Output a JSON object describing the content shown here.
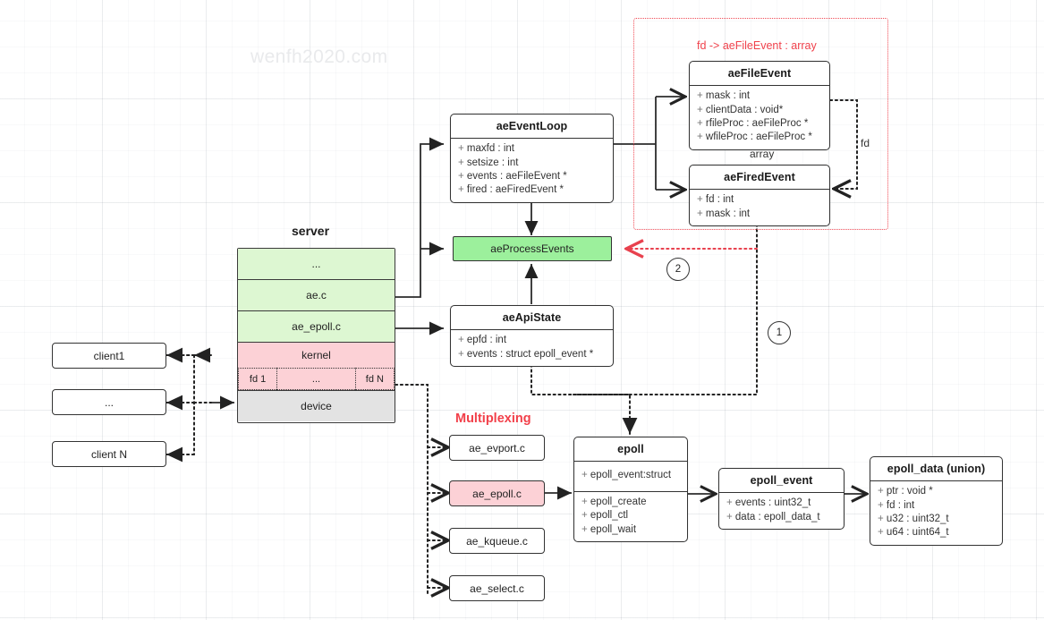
{
  "meta": {
    "watermark": "wenfh2020.com",
    "accent_red": "#f0424c",
    "highlight_green": "#9cf09c",
    "soft_green": "#ddf7d2",
    "soft_pink": "#fcd1d6",
    "device_grey": "#e3e3e3"
  },
  "labels": {
    "server": "server",
    "multiplexing": "Multiplexing",
    "fd_array_note": "fd -> aeFileEvent : array",
    "array": "array",
    "fd": "fd",
    "marker_one": "1",
    "marker_two": "2"
  },
  "server_stack": {
    "rows": [
      {
        "label": "...",
        "color": "soft_green"
      },
      {
        "label": "ae.c",
        "color": "soft_green"
      },
      {
        "label": "ae_epoll.c",
        "color": "soft_green"
      },
      {
        "label": "kernel",
        "color": "soft_pink"
      }
    ],
    "fd_cells": [
      "fd 1",
      "...",
      "fd N"
    ],
    "device": "device"
  },
  "clients": [
    {
      "label": "client1"
    },
    {
      "label": "..."
    },
    {
      "label": "client N"
    }
  ],
  "ae_event_loop": {
    "title": "aeEventLoop",
    "attrs": [
      "+ maxfd : int",
      "+ setsize : int",
      "+ events : aeFileEvent *",
      "+ fired : aeFiredEvent *"
    ]
  },
  "ae_process_events": {
    "label": "aeProcessEvents"
  },
  "ae_api_state": {
    "title": "aeApiState",
    "attrs": [
      "+ epfd : int",
      "+ events : struct epoll_event *"
    ]
  },
  "ae_file_event": {
    "title": "aeFileEvent",
    "attrs": [
      "+ mask : int",
      "+ clientData : void*",
      "+ rfileProc : aeFileProc *",
      "+ wfileProc : aeFileProc *"
    ]
  },
  "ae_fired_event": {
    "title": "aeFiredEvent",
    "attrs": [
      "+ fd : int",
      "+ mask : int"
    ]
  },
  "multiplexing_files": [
    {
      "label": "ae_evport.c",
      "highlighted": false
    },
    {
      "label": "ae_epoll.c",
      "highlighted": true
    },
    {
      "label": "ae_kqueue.c",
      "highlighted": false
    },
    {
      "label": "ae_select.c",
      "highlighted": false
    }
  ],
  "epoll": {
    "title": "epoll",
    "struct_attrs": [
      "+ epoll_event:struct"
    ],
    "func_attrs": [
      "+ epoll_create",
      "+ epoll_ctl",
      "+ epoll_wait"
    ]
  },
  "epoll_event": {
    "title": "epoll_event",
    "attrs": [
      "+ events : uint32_t",
      "+ data : epoll_data_t"
    ]
  },
  "epoll_data": {
    "title": "epoll_data (union)",
    "attrs": [
      "+ ptr : void *",
      "+ fd : int",
      "+ u32 : uint32_t",
      "+ u64 : uint64_t"
    ]
  }
}
